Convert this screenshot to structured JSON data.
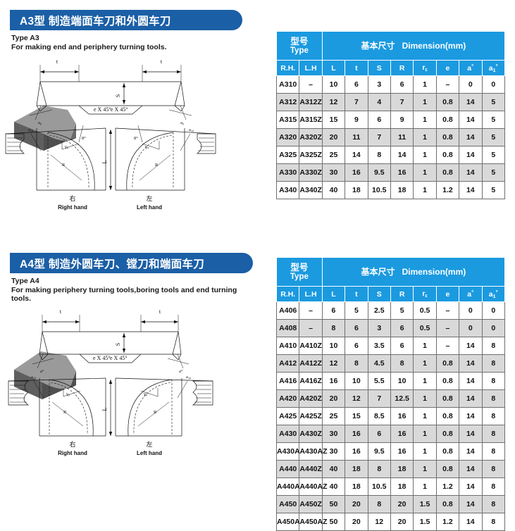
{
  "sections": [
    {
      "id": "a3",
      "banner_title": "A3型 制造端面车刀和外圆车刀",
      "caption_line1": "Type A3",
      "caption_line2": "For making end and periphery turning tools.",
      "drawing": {
        "dim_t": "t",
        "dim_s": "S",
        "dim_l": "L",
        "chamfer": "e X 45°",
        "angle_alpha": "a₀",
        "angle_alpha1": "a₁₀",
        "angle_8": "8°",
        "gamma": "γ₀",
        "radius": "R",
        "right_cn": "右",
        "right_en": "Right hand",
        "left_cn": "左",
        "left_en": "Left hand"
      },
      "table": {
        "group_type_cn": "型号",
        "group_type_en": "Type",
        "group_dim_cn": "基本尺寸",
        "group_dim_en": "Dimension(mm)",
        "col_rh": "R.H.",
        "col_lh": "L.H",
        "col_L": "L",
        "col_t": "t",
        "col_S": "S",
        "col_R": "R",
        "col_r": "r",
        "col_r_sub": "ε",
        "col_e": "e",
        "col_a": "a",
        "col_a_sup": "°",
        "col_a1": "a",
        "col_a1_sub": "1",
        "col_a1_sup": "°",
        "rows": [
          [
            "A310",
            "–",
            "10",
            "6",
            "3",
            "6",
            "1",
            "–",
            "0",
            "0"
          ],
          [
            "A312",
            "A312Z",
            "12",
            "7",
            "4",
            "7",
            "1",
            "0.8",
            "14",
            "5"
          ],
          [
            "A315",
            "A315Z",
            "15",
            "9",
            "6",
            "9",
            "1",
            "0.8",
            "14",
            "5"
          ],
          [
            "A320",
            "A320Z",
            "20",
            "11",
            "7",
            "11",
            "1",
            "0.8",
            "14",
            "5"
          ],
          [
            "A325",
            "A325Z",
            "25",
            "14",
            "8",
            "14",
            "1",
            "0.8",
            "14",
            "5"
          ],
          [
            "A330",
            "A330Z",
            "30",
            "16",
            "9.5",
            "16",
            "1",
            "0.8",
            "14",
            "5"
          ],
          [
            "A340",
            "A340Z",
            "40",
            "18",
            "10.5",
            "18",
            "1",
            "1.2",
            "14",
            "5"
          ]
        ]
      }
    },
    {
      "id": "a4",
      "banner_title": "A4型 制造外圆车刀、镗刀和端面车刀",
      "caption_line1": "Type A4",
      "caption_line2": "For making periphery turning tools,boring tools and end turning",
      "caption_line3": "tools.",
      "drawing": {
        "dim_t": "t",
        "dim_s": "S",
        "dim_l": "L",
        "chamfer": "e X 45°",
        "angle_alpha": "a°",
        "angle_alpha1": "a₁₀",
        "gamma": "γ₀",
        "radius": "R",
        "right_cn": "右",
        "right_en": "Right hand",
        "left_cn": "左",
        "left_en": "Left hand"
      },
      "table": {
        "group_type_cn": "型号",
        "group_type_en": "Type",
        "group_dim_cn": "基本尺寸",
        "group_dim_en": "Dimension(mm)",
        "col_rh": "R.H.",
        "col_lh": "L.H",
        "col_L": "L",
        "col_t": "t",
        "col_S": "S",
        "col_R": "R",
        "col_r": "r",
        "col_r_sub": "ε",
        "col_e": "e",
        "col_a": "a",
        "col_a_sup": "°",
        "col_a1": "a",
        "col_a1_sub": "1",
        "col_a1_sup": "°",
        "rows": [
          [
            "A406",
            "–",
            "6",
            "5",
            "2.5",
            "5",
            "0.5",
            "–",
            "0",
            "0"
          ],
          [
            "A408",
            "–",
            "8",
            "6",
            "3",
            "6",
            "0.5",
            "–",
            "0",
            "0"
          ],
          [
            "A410",
            "A410Z",
            "10",
            "6",
            "3.5",
            "6",
            "1",
            "–",
            "14",
            "8"
          ],
          [
            "A412",
            "A412Z",
            "12",
            "8",
            "4.5",
            "8",
            "1",
            "0.8",
            "14",
            "8"
          ],
          [
            "A416",
            "A416Z",
            "16",
            "10",
            "5.5",
            "10",
            "1",
            "0.8",
            "14",
            "8"
          ],
          [
            "A420",
            "A420Z",
            "20",
            "12",
            "7",
            "12.5",
            "1",
            "0.8",
            "14",
            "8"
          ],
          [
            "A425",
            "A425Z",
            "25",
            "15",
            "8.5",
            "16",
            "1",
            "0.8",
            "14",
            "8"
          ],
          [
            "A430",
            "A430Z",
            "30",
            "16",
            "6",
            "16",
            "1",
            "0.8",
            "14",
            "8"
          ],
          [
            "A430A",
            "A430AZ",
            "30",
            "16",
            "9.5",
            "16",
            "1",
            "0.8",
            "14",
            "8"
          ],
          [
            "A440",
            "A440Z",
            "40",
            "18",
            "8",
            "18",
            "1",
            "0.8",
            "14",
            "8"
          ],
          [
            "A440A",
            "A440AZ",
            "40",
            "18",
            "10.5",
            "18",
            "1",
            "1.2",
            "14",
            "8"
          ],
          [
            "A450",
            "A450Z",
            "50",
            "20",
            "8",
            "20",
            "1.5",
            "0.8",
            "14",
            "8"
          ],
          [
            "A450A",
            "A450AZ",
            "50",
            "20",
            "12",
            "20",
            "1.5",
            "1.2",
            "14",
            "8"
          ]
        ]
      }
    }
  ],
  "colors": {
    "banner_blue": "#1b5fa6",
    "table_header_blue": "#1b9ae0",
    "row_alt_gray": "#d9d9d9",
    "tool_light": "#9a9a9a",
    "tool_dark": "#5a5a5a"
  }
}
